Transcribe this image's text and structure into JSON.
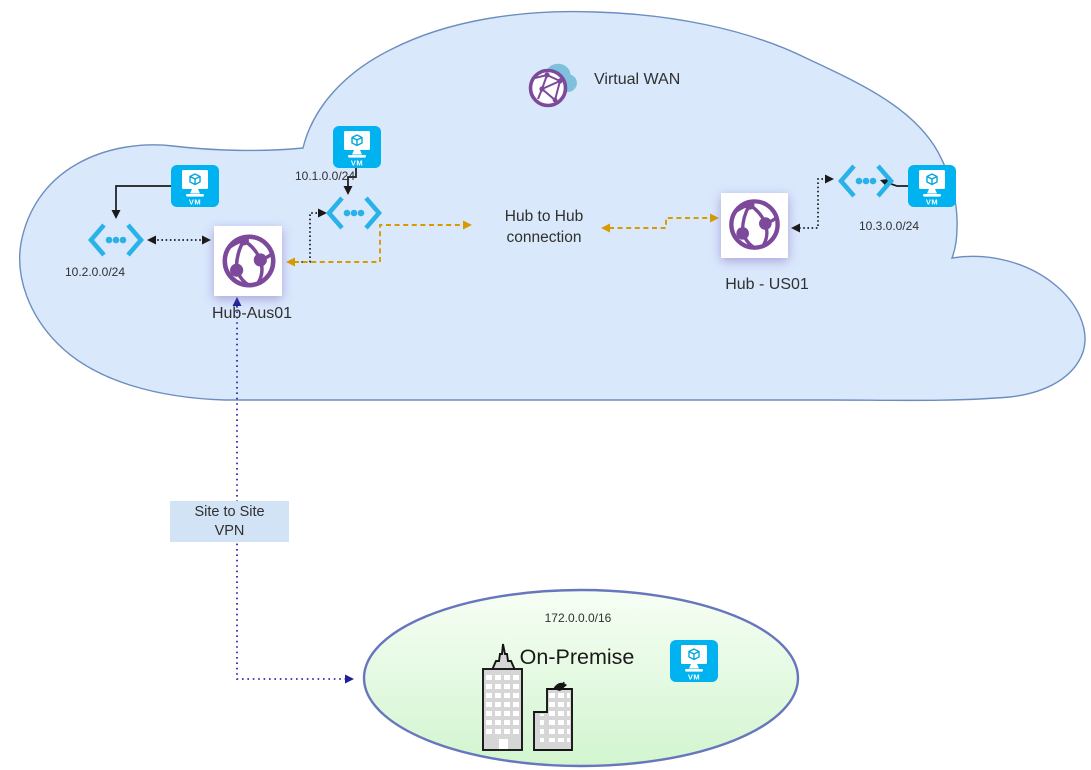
{
  "virtual_wan": {
    "label": "Virtual WAN"
  },
  "hubs": {
    "aus": {
      "label": "Hub-Aus01"
    },
    "us": {
      "label": "Hub - US01"
    }
  },
  "vnets": {
    "top": {
      "cidr": "10.1.0.0/24"
    },
    "left": {
      "cidr": "10.2.0.0/24"
    },
    "right": {
      "cidr": "10.3.0.0/24"
    }
  },
  "connections": {
    "hub_to_hub": {
      "line1": "Hub to Hub",
      "line2": "connection"
    },
    "site_to_site": {
      "line1": "Site to Site",
      "line2": "VPN"
    }
  },
  "on_premise": {
    "label": "On-Premise",
    "cidr": "172.0.0.0/16"
  },
  "vm": {
    "label": "VM"
  },
  "colors": {
    "cloud_fill": "#dae8fc",
    "cloud_stroke": "#6c8ebf",
    "vm_fill": "#00b2ef",
    "vnet_stroke": "#29b2e8",
    "hub_purple": "#7d4a9b",
    "hub_to_hub_orange": "#d79b00",
    "vpn_blue": "#2b2bb4",
    "onprem_stroke": "#6876bd",
    "onprem_fill_top": "#f7fef5",
    "onprem_fill_bottom": "#d2f5cf",
    "label_box_fill": "#d2e3f6"
  }
}
